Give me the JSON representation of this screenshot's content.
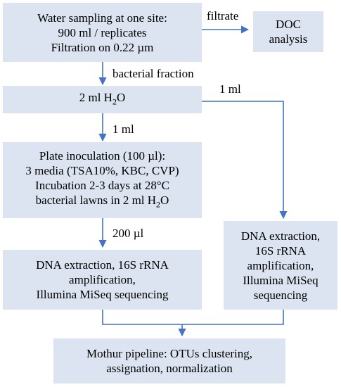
{
  "boxes": {
    "water_sampling": [
      "Water sampling at one site:",
      "900 ml / replicates",
      "Filtration on 0.22 µm"
    ],
    "doc_analysis": [
      "DOC",
      "analysis"
    ],
    "h2o_2ml": {
      "prefix": "2 ml H",
      "sub": "2",
      "suffix": "O"
    },
    "plate_inoculation": [
      "Plate inoculation (100 µl):",
      "3 media (TSA10%, KBC, CVP)",
      "Incubation 2-3 days at 28°C"
    ],
    "plate_inoculation_last": {
      "prefix": "bacterial lawns in 2 ml H",
      "sub": "2",
      "suffix": "O"
    },
    "dna_left": [
      "DNA extraction, 16S rRNA",
      "amplification,",
      "Illumina MiSeq sequencing"
    ],
    "dna_right": [
      "DNA extraction,",
      "16S rRNA",
      "amplification,",
      "Illumina MiSeq",
      "sequencing"
    ],
    "mothur": [
      "Mothur pipeline: OTUs clustering,",
      "assignation, normalization"
    ]
  },
  "labels": {
    "filtrate": "filtrate",
    "bacterial_fraction": "bacterial fraction",
    "one_ml_right": "1 ml",
    "one_ml_down": "1 ml",
    "two_hundred_ul": "200 µl"
  },
  "colors": {
    "box_fill": "#dbe4f0",
    "arrow": "#4472c4"
  }
}
